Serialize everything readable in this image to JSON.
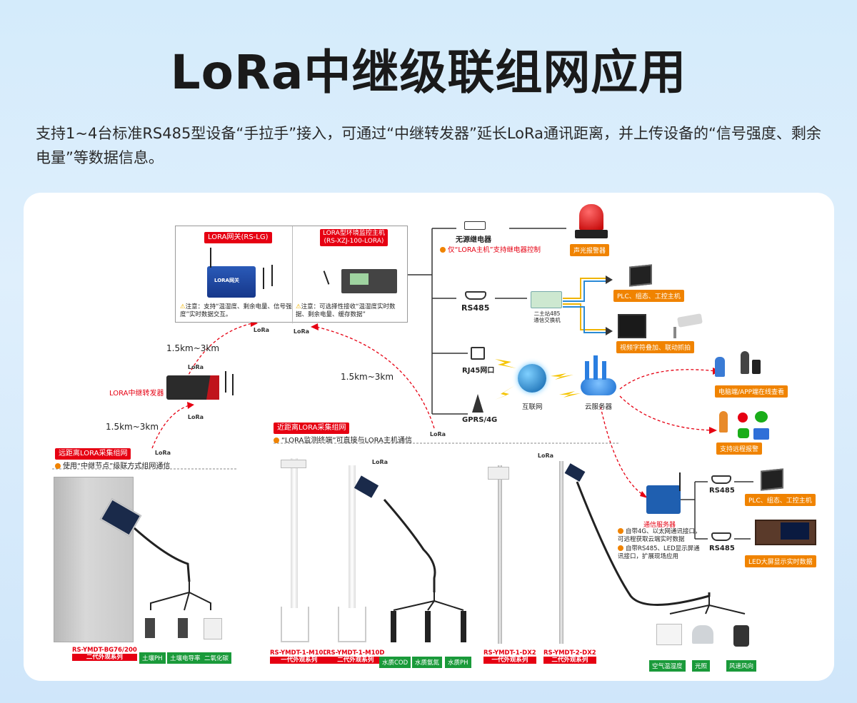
{
  "title": "LoRa中继级联组网应用",
  "description": "支持1~4台标准RS485型设备“手拉手”接入，可通过“中继转发器”延长LoRa通讯距离，并上传设备的“信号强度、剩余电量”等数据信息。",
  "gateway_box": {
    "left_title": "LORA网关(RS-LG)",
    "left_note": "注意：支持“温湿度、剩余电量、信号强度”实时数据交互。",
    "right_title_1": "LORA型环境监控主机",
    "right_title_2": "(RS-XZJ-100-LORA)",
    "right_note": "注意：可选择性接收“温湿度实时数据、剩余电量、缓存数据”"
  },
  "lora_label": "LoRa",
  "distance_1": "1.5km~3km",
  "distance_2": "1.5km~3km",
  "distance_3": "1.5km~3km",
  "repeater_label": "LORA中继转发器",
  "far_group": {
    "title": "远距离LORA采集组网",
    "note": "使用“中继节点”级联方式组网通信"
  },
  "near_group": {
    "title": "近距离LORA采集组网",
    "note": "“LORA监测终端”可直接与LORA主机通信"
  },
  "relay": {
    "name": "无源继电器",
    "note": "仅“LORA主机”支持继电器控制",
    "alarm": "声光报警器"
  },
  "rs485": {
    "label": "RS485",
    "converter_1": "二主站485",
    "converter_2": "通信交换机",
    "plc": "PLC、组态、工控主机",
    "video": "视频字符叠加、联动抓拍"
  },
  "rj45": "RJ45网口",
  "gprs": "GPRS/4G",
  "internet": "互联网",
  "cloud": "云服务器",
  "pc_app": "电脑端/APP端在线查看",
  "remote_alarm": "支持远程报警",
  "comm_server": {
    "label": "通信服务器",
    "note_1": "自带4G、以太网通讯接口，可远程获取云端实时数据",
    "note_2": "自带RS485、LED显示屏通讯接口，扩展现场应用",
    "rs485_a": "RS485",
    "rs485_b": "RS485",
    "plc": "PLC、组态、工控主机",
    "led": "LED大屏显示实时数据"
  },
  "devices": [
    {
      "model": "RS-YMDT-BG76/200",
      "series": "二代外观系列"
    },
    {
      "model": "RS-YMDT-1-M10D",
      "series": "一代外观系列"
    },
    {
      "model": "RS-YMDT-1-M10D",
      "series": "二代外观系列"
    },
    {
      "model": "RS-YMDT-1-DX2",
      "series": "一代外观系列"
    },
    {
      "model": "RS-YMDT-2-DX2",
      "series": "二代外观系列"
    }
  ],
  "sensors": {
    "soil_ph": "土壤PH",
    "soil_ec": "土壤电导率",
    "co2": "二氧化碳",
    "water_cod": "水质COD",
    "water_nh3": "水质氨氮",
    "water_ph": "水质PH",
    "air": "空气温湿度",
    "light": "光照",
    "wind": "风速风向"
  },
  "colors": {
    "red": "#e60012",
    "orange": "#f08300",
    "green": "#1a9a3a",
    "blue": "#2a8ad6"
  }
}
